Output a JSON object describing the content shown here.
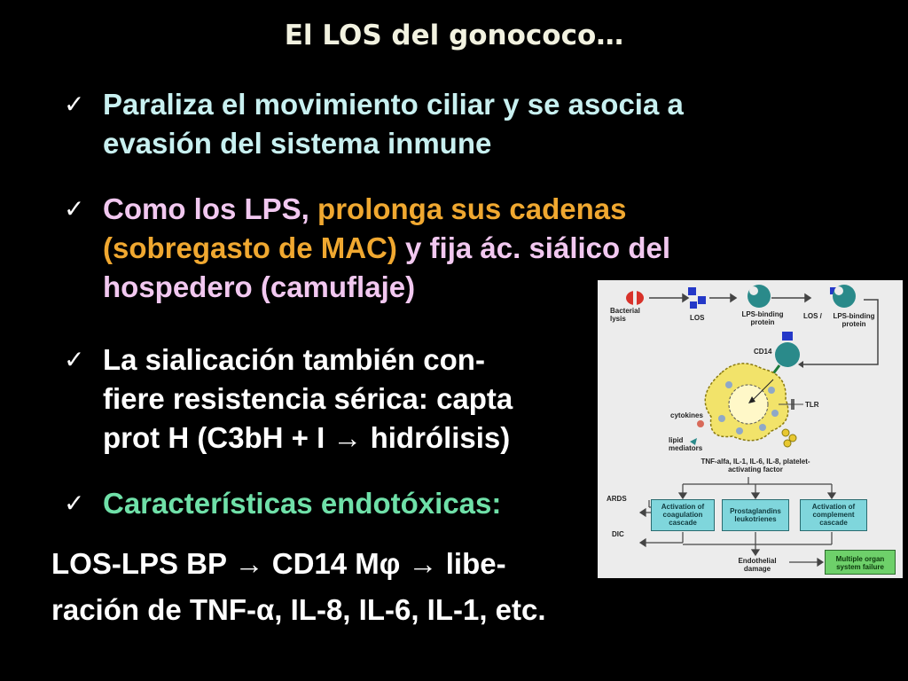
{
  "title": "El LOS del gonococo…",
  "bullets": [
    {
      "check": "✓",
      "line1": "Paraliza el movimiento ciliar y se asocia a",
      "line2": "evasión del sistema inmune"
    },
    {
      "check": "✓",
      "seg1": "Como los LPS, ",
      "seg2": "prolonga sus cadenas",
      "seg3": "(sobregasto de MAC)",
      "seg4": " y fija ác. siálico del",
      "seg5": "hospedero (camuflaje)"
    },
    {
      "check": "✓",
      "line1": "La sialicación también con-",
      "line2": "fiere resistencia sérica: capta",
      "line3": "prot H (C3bH + I → hidrólisis)"
    },
    {
      "check": "✓",
      "line1": "Características endotóxicas:"
    }
  ],
  "closing": {
    "line1": "LOS-LPS BP → CD14 Mφ → libe-",
    "line2": "ración de TNF-α, IL-8, IL-6, IL-1, etc."
  },
  "diagram": {
    "bacterial_lysis": "Bacterial lysis",
    "los_1": "LOS",
    "lps_binding_1": "LPS-binding protein",
    "los_2": "LOS /",
    "lps_binding_2": "LPS-binding protein",
    "cd14": "CD14",
    "tlr": "TLR",
    "cytokines": "cytokines",
    "lipid_mediators": "lipid mediators",
    "mediators_list": "TNF-alfa, IL-1, IL-6, IL-8, platelet-activating factor",
    "ards": "ARDS",
    "dic": "DIC",
    "box_coagulation": "Activation of coagulation cascade",
    "box_prostaglandins": "Prostaglandins leukotrienes",
    "box_complement": "Activation of complement cascade",
    "endothelial": "Endothelial damage",
    "box_failure": "Multiple organ system failure",
    "colors": {
      "background": "#ececec",
      "box": "#7fd6dc",
      "failure_box": "#6ed06a",
      "cell": "#f2e36a",
      "receptor": "#2a8a8a"
    }
  }
}
